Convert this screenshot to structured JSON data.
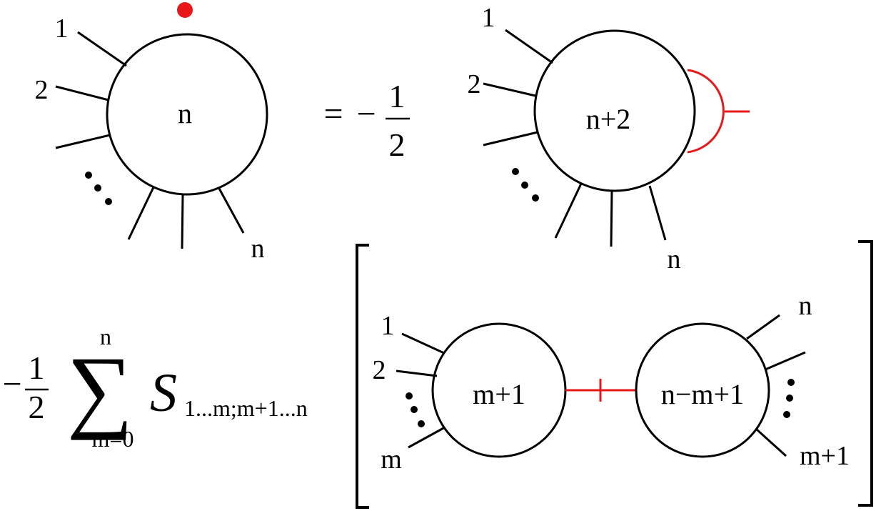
{
  "colors": {
    "ink": "#000000",
    "highlight": "#e8171a"
  },
  "lhs": {
    "vertex_label": "n",
    "leg_labels": [
      "1",
      "2",
      "n"
    ],
    "marker": "red-dot"
  },
  "term1": {
    "equals": "=",
    "minus": "−",
    "numerator": "1",
    "denominator": "2",
    "vertex_label": "n+2",
    "leg_labels": [
      "1",
      "2",
      "n"
    ]
  },
  "term2": {
    "minus": "−",
    "numerator": "1",
    "denominator": "2",
    "sum_symbol": "∑",
    "sum_upper": "n",
    "sum_lower": "m=0",
    "symmetry_factor": "S",
    "symmetry_subscript": "1...m;m+1...n",
    "left_vertex": {
      "label": "m+1",
      "leg_labels": [
        "1",
        "2",
        "m"
      ]
    },
    "right_vertex": {
      "label": "n−m+1",
      "leg_labels": [
        "n",
        "m+1"
      ]
    }
  }
}
